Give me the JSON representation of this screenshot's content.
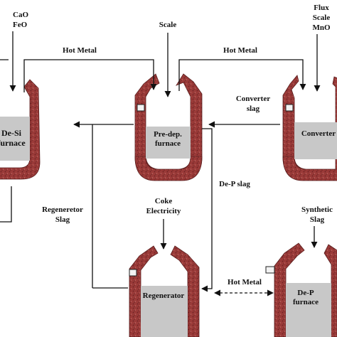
{
  "top": {
    "cao_feo": [
      "CaO",
      "FeO"
    ],
    "scale": "Scale",
    "flux": [
      "Flux",
      "Scale",
      "MnO"
    ],
    "hot_metal_left": "Hot Metal",
    "hot_metal_right": "Hot Metal"
  },
  "furnaces": {
    "de_si": [
      "De-Si",
      "furnace"
    ],
    "pre_dep": [
      "Pre-dep.",
      "furnace"
    ],
    "converter": [
      "Converter"
    ],
    "regenerator": [
      "Regenerator"
    ],
    "de_p": [
      "De-P",
      "furnace"
    ]
  },
  "flows": {
    "converter_slag": [
      "Converter",
      "slag"
    ],
    "de_p_slag": "De-P slag",
    "regenerator_slag": [
      "Regeneretor",
      "Slag"
    ],
    "coke_electricity": [
      "Coke",
      "Electricity"
    ],
    "synthetic_slag": [
      "Synthetic",
      "Slag"
    ],
    "hot_metal_bottom": "Hot Metal"
  },
  "colors": {
    "brick": "#9a3a38",
    "brick_dark": "#5a1e1e",
    "slag": "#c8c8c8"
  }
}
